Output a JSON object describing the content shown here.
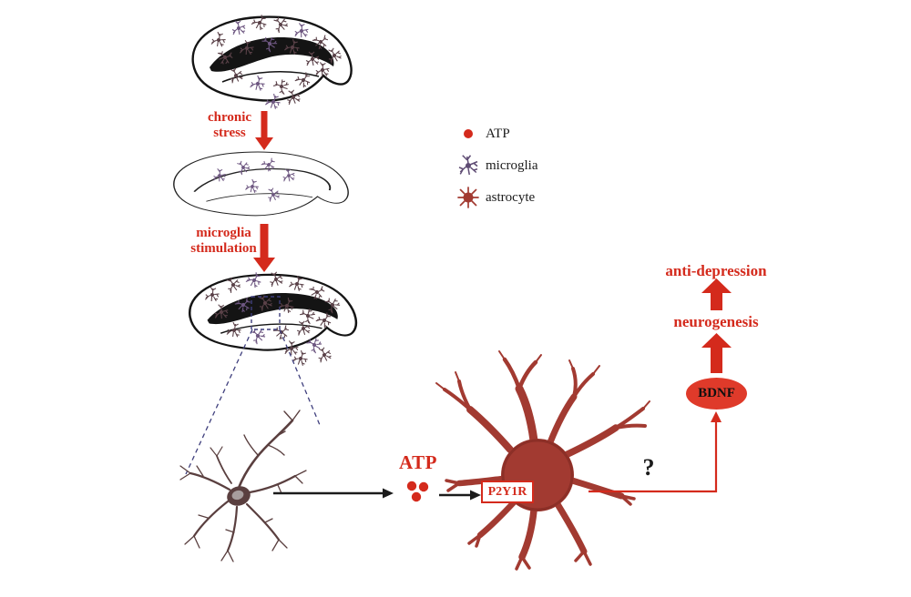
{
  "figure": {
    "stages": {
      "chronic_stress": "chronic stress",
      "microglia_stimulation": "microglia stimulation"
    },
    "pathway": {
      "atp_label": "ATP",
      "receptor_label": "P2Y1R",
      "question_mark": "?",
      "bdnf_label": "BDNF",
      "neurogenesis_label": "neurogenesis",
      "anti_depression_label": "anti-depression"
    },
    "legend": {
      "items": [
        {
          "icon": "atp-dot-icon",
          "label": "ATP"
        },
        {
          "icon": "microglia-icon",
          "label": "microglia"
        },
        {
          "icon": "astrocyte-icon",
          "label": "astrocyte"
        }
      ]
    },
    "colors": {
      "accent_red": "#d42a1c",
      "astrocyte_red": "#a23a31",
      "microglia_maroon": "#5a3f3f",
      "cell_glyph_maroon": "#5a4148",
      "cell_glyph_purple": "#6d5680",
      "legend_microglia_purple": "#5e4b73",
      "outline_black": "#141414",
      "dashed_guide_blue": "#3f3f7d",
      "bdnf_fill": "#df3a2a"
    }
  }
}
